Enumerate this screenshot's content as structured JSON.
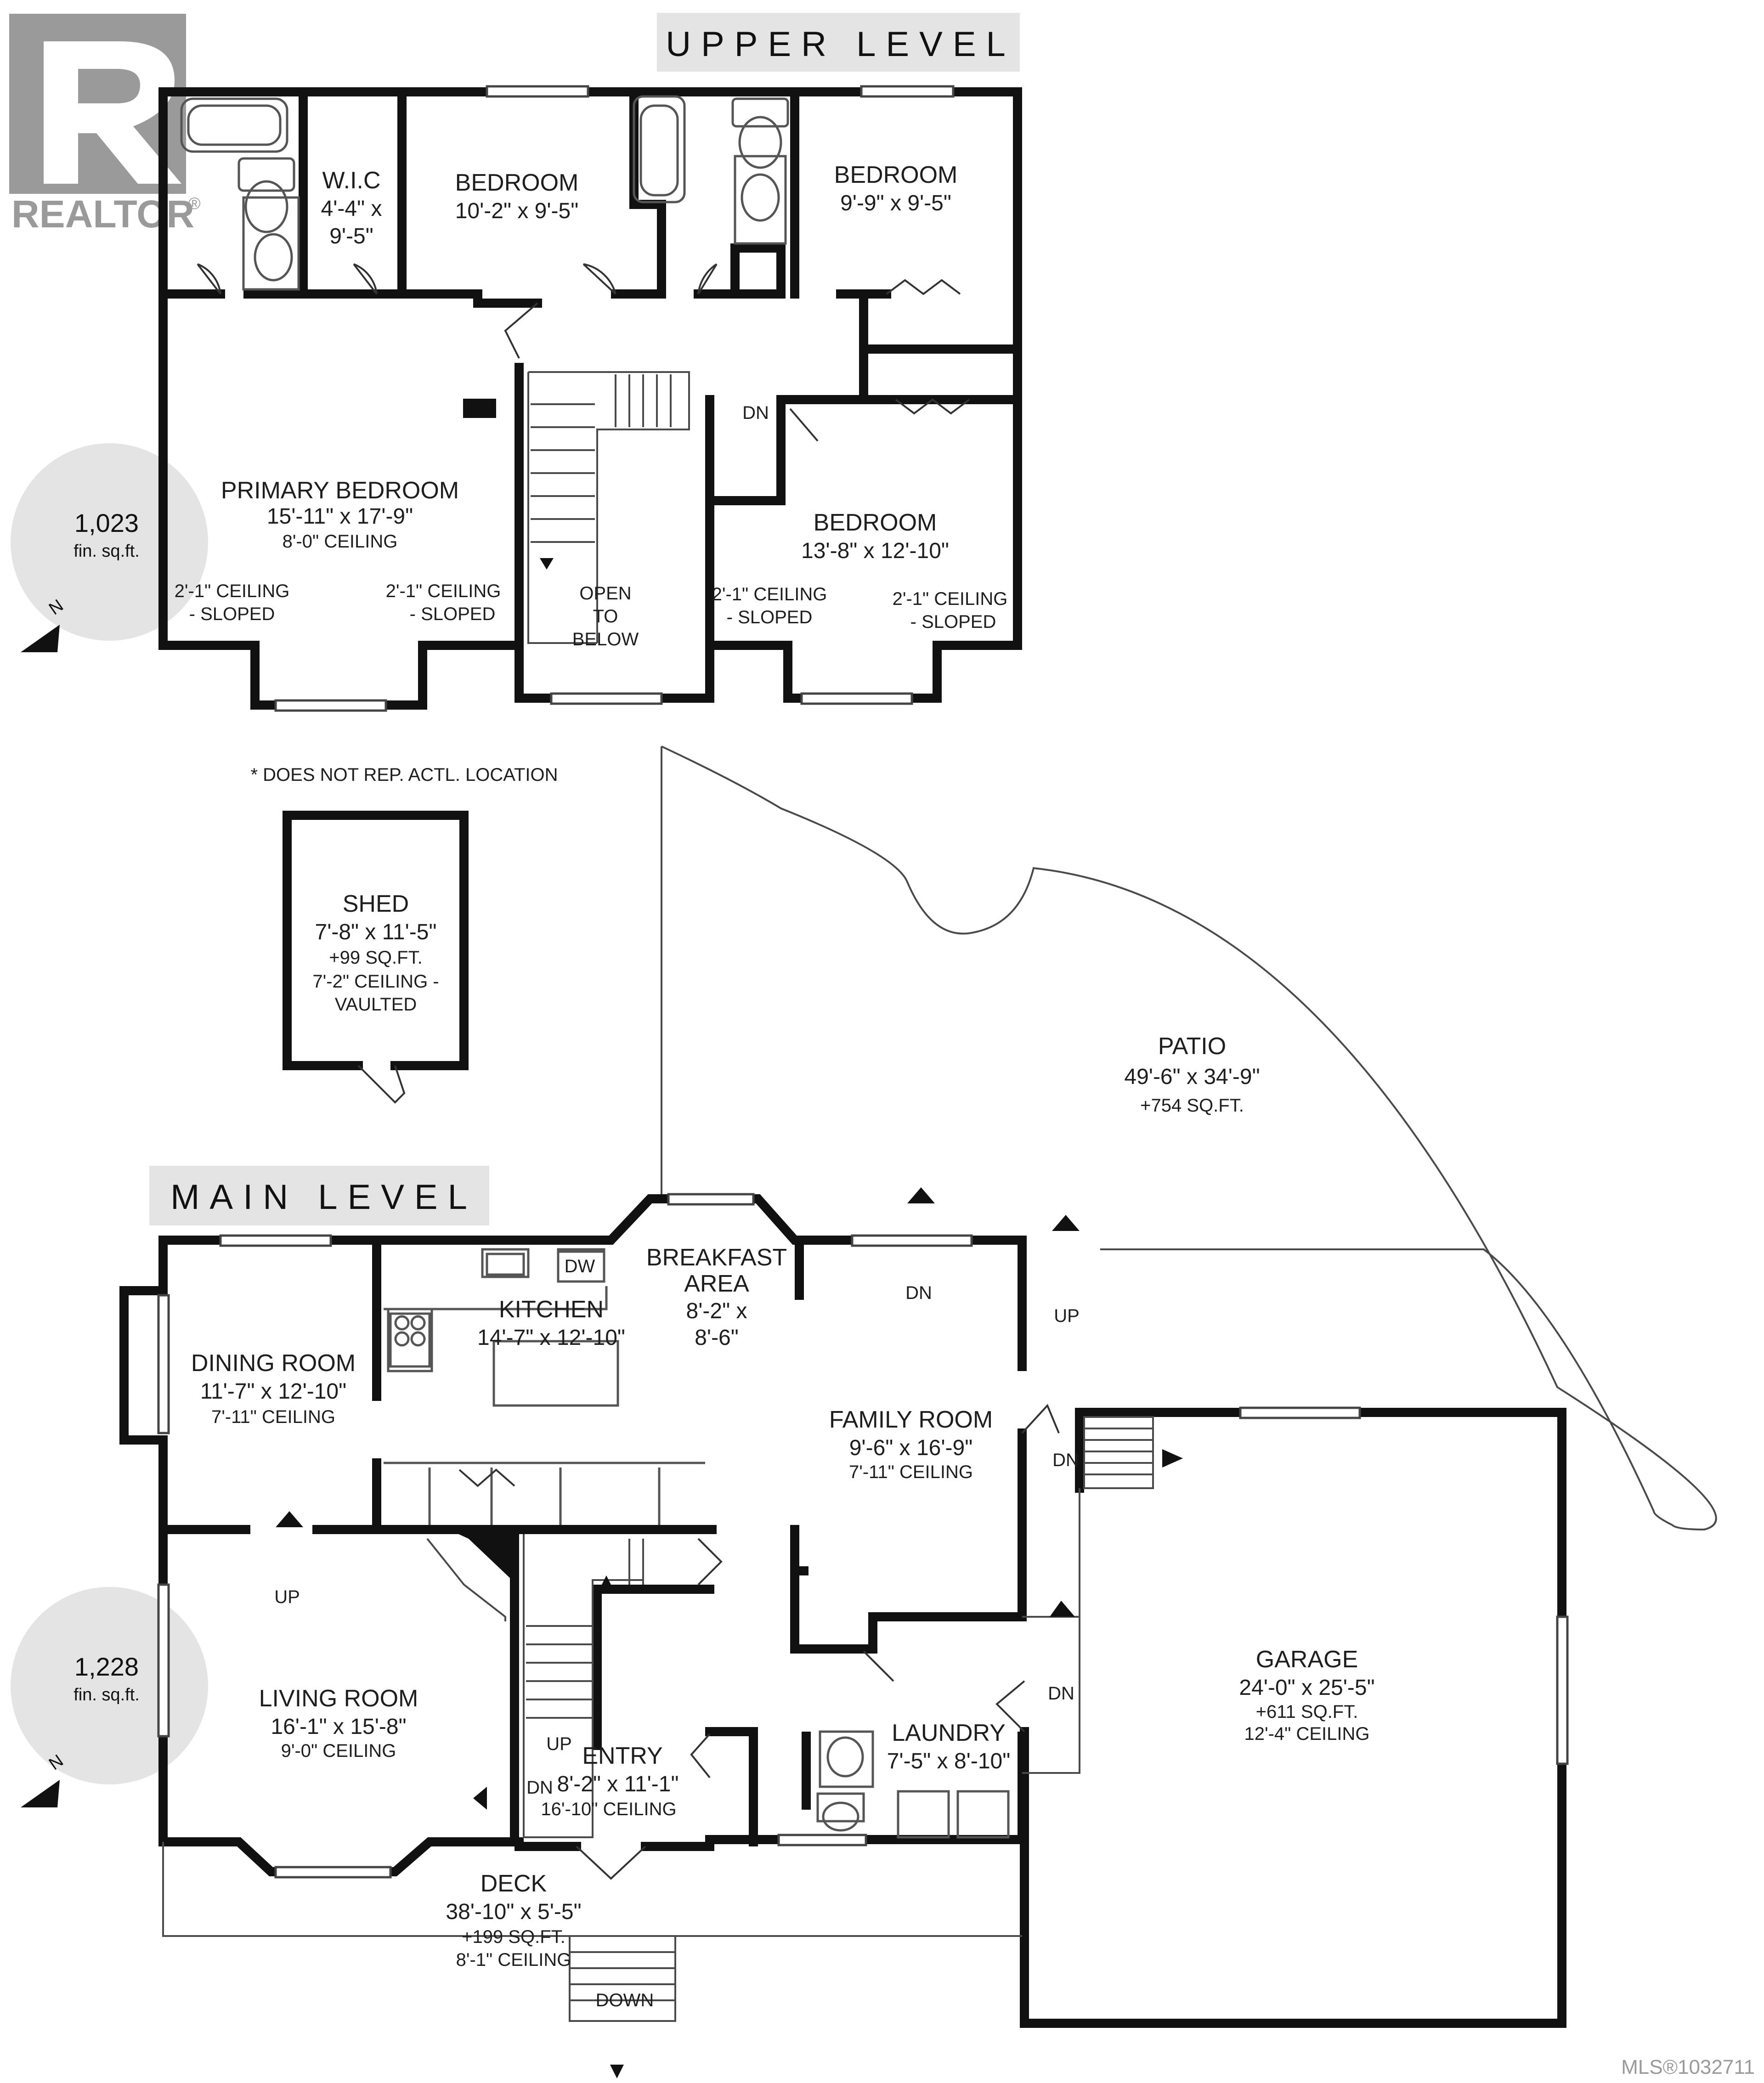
{
  "watermark": {
    "brand": "REALTOR",
    "mark": "®"
  },
  "footer": {
    "mls": "MLS®1032711"
  },
  "note": "* DOES NOT REP. ACTL. LOCATION",
  "upper_level": {
    "title": "UPPER LEVEL",
    "area_value": "1,023",
    "area_unit": "fin. sq.ft.",
    "north": "N",
    "rooms": {
      "wic": {
        "name": "W.I.C",
        "dim1": "4'-4\" x",
        "dim2": "9'-5\""
      },
      "bedroom1": {
        "name": "BEDROOM",
        "dim": "10'-2\" x 9'-5\""
      },
      "bedroom2": {
        "name": "BEDROOM",
        "dim": "9'-9\" x 9'-5\""
      },
      "primary": {
        "name": "PRIMARY BEDROOM",
        "dim": "15'-11\" x 17'-9\"",
        "ceiling": "8'-0\" CEILING"
      },
      "bedroom3": {
        "name": "BEDROOM",
        "dim": "13'-8\" x 12'-10\""
      }
    },
    "sloped_notes": {
      "line1": "2'-1\" CEILING",
      "line2": "- SLOPED"
    },
    "stair_dn": "DN",
    "open_to_below": [
      "OPEN",
      "TO",
      "BELOW"
    ]
  },
  "shed": {
    "name": "SHED",
    "dim": "7'-8\" x 11'-5\"",
    "sqft": "+99 SQ.FT.",
    "ceiling1": "7'-2\" CEILING -",
    "ceiling2": "VAULTED"
  },
  "patio": {
    "name": "PATIO",
    "dim": "49'-6\" x 34'-9\"",
    "sqft": "+754 SQ.FT."
  },
  "main_level": {
    "title": "MAIN LEVEL",
    "area_value": "1,228",
    "area_unit": "fin. sq.ft.",
    "north": "N",
    "rooms": {
      "kitchen": {
        "name": "KITCHEN",
        "dim": "14'-7\" x 12'-10\"",
        "dw": "DW"
      },
      "breakfast": {
        "name1": "BREAKFAST",
        "name2": "AREA",
        "dim1": "8'-2\" x",
        "dim2": "8'-6\""
      },
      "dining": {
        "name": "DINING ROOM",
        "dim": "11'-7\" x 12'-10\"",
        "ceiling": "7'-11\" CEILING"
      },
      "family": {
        "name": "FAMILY ROOM",
        "dim": "9'-6\" x 16'-9\"",
        "ceiling": "7'-11\" CEILING"
      },
      "living": {
        "name": "LIVING ROOM",
        "dim": "16'-1\" x 15'-8\"",
        "ceiling": "9'-0\" CEILING"
      },
      "entry": {
        "name": "ENTRY",
        "dim": "8'-2\" x 11'-1\"",
        "ceiling": "16'-10\" CEILING"
      },
      "laundry": {
        "name": "LAUNDRY",
        "dim": "7'-5\" x 8'-10\""
      },
      "garage": {
        "name": "GARAGE",
        "dim": "24'-0\" x 25'-5\"",
        "sqft": "+611 SQ.FT.",
        "ceiling": "12'-4\" CEILING"
      },
      "deck": {
        "name": "DECK",
        "dim": "38'-10\" x 5'-5\"",
        "sqft": "+199 SQ.FT.",
        "ceiling": "8'-1\" CEILING"
      }
    },
    "arrows": {
      "up": "UP",
      "dn": "DN",
      "down": "DOWN"
    }
  }
}
